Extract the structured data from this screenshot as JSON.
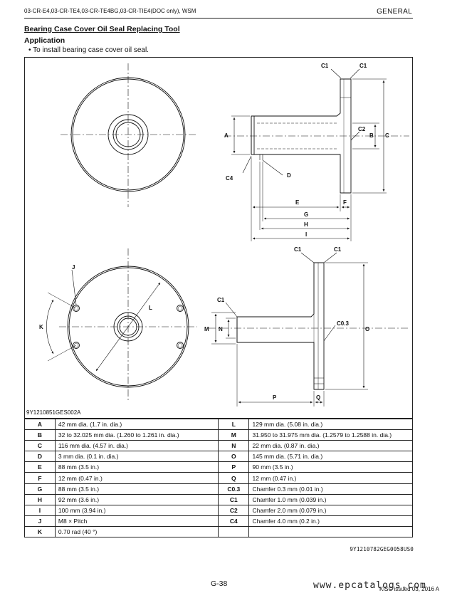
{
  "header": {
    "model_line": "03-CR-E4,03-CR-TE4,03-CR-TE4BG,03-CR-TIE4(DOC only), WSM",
    "section": "GENERAL"
  },
  "title": "Bearing Case Cover Oil Seal Replacing Tool",
  "application_heading": "Application",
  "application_bullet": "•  To install bearing case cover oil seal.",
  "figure": {
    "code": "9Y1210851GES002A",
    "labels": {
      "A": "A",
      "B": "B",
      "C": "C",
      "D": "D",
      "E": "E",
      "F": "F",
      "G": "G",
      "H": "H",
      "I": "I",
      "J": "J",
      "K": "K",
      "L": "L",
      "M": "M",
      "N": "N",
      "O": "O",
      "P": "P",
      "Q": "Q",
      "C1": "C1",
      "C2": "C2",
      "C4": "C4",
      "C03": "C0.3"
    }
  },
  "specs": [
    {
      "k1": "A",
      "v1": "42 mm dia. (1.7 in. dia.)",
      "k2": "L",
      "v2": "129 mm dia. (5.08 in. dia.)"
    },
    {
      "k1": "B",
      "v1": "32 to 32.025 mm dia. (1.260 to 1.261 in. dia.)",
      "k2": "M",
      "v2": "31.950 to 31.975 mm dia. (1.2579 to 1.2588 in. dia.)"
    },
    {
      "k1": "C",
      "v1": "116 mm dia. (4.57 in. dia.)",
      "k2": "N",
      "v2": "22 mm dia. (0.87 in. dia.)"
    },
    {
      "k1": "D",
      "v1": "3 mm dia. (0.1 in. dia.)",
      "k2": "O",
      "v2": "145 mm dia. (5.71 in. dia.)"
    },
    {
      "k1": "E",
      "v1": "88 mm (3.5 in.)",
      "k2": "P",
      "v2": "90 mm (3.5 in.)"
    },
    {
      "k1": "F",
      "v1": "12 mm (0.47 in.)",
      "k2": "Q",
      "v2": "12 mm (0.47 in.)"
    },
    {
      "k1": "G",
      "v1": "88 mm (3.5 in.)",
      "k2": "C0.3",
      "v2": "Chamfer 0.3 mm (0.01 in.)"
    },
    {
      "k1": "H",
      "v1": "92 mm (3.6 in.)",
      "k2": "C1",
      "v2": "Chamfer 1.0 mm (0.039 in.)"
    },
    {
      "k1": "I",
      "v1": "100 mm (3.94 in.)",
      "k2": "C2",
      "v2": "Chamfer 2.0 mm (0.079 in.)"
    },
    {
      "k1": "J",
      "v1": "M8 × Pitch",
      "k2": "C4",
      "v2": "Chamfer 4.0 mm (0.2 in.)"
    },
    {
      "k1": "K",
      "v1": "0.70 rad (40 °)",
      "k2": "",
      "v2": ""
    }
  ],
  "reference_code": "9Y1210782GEG0058US0",
  "page_number": "G-38",
  "watermark": "www.epcatalogs.com",
  "issue_note": "KiSC issued 03, 2016 A"
}
